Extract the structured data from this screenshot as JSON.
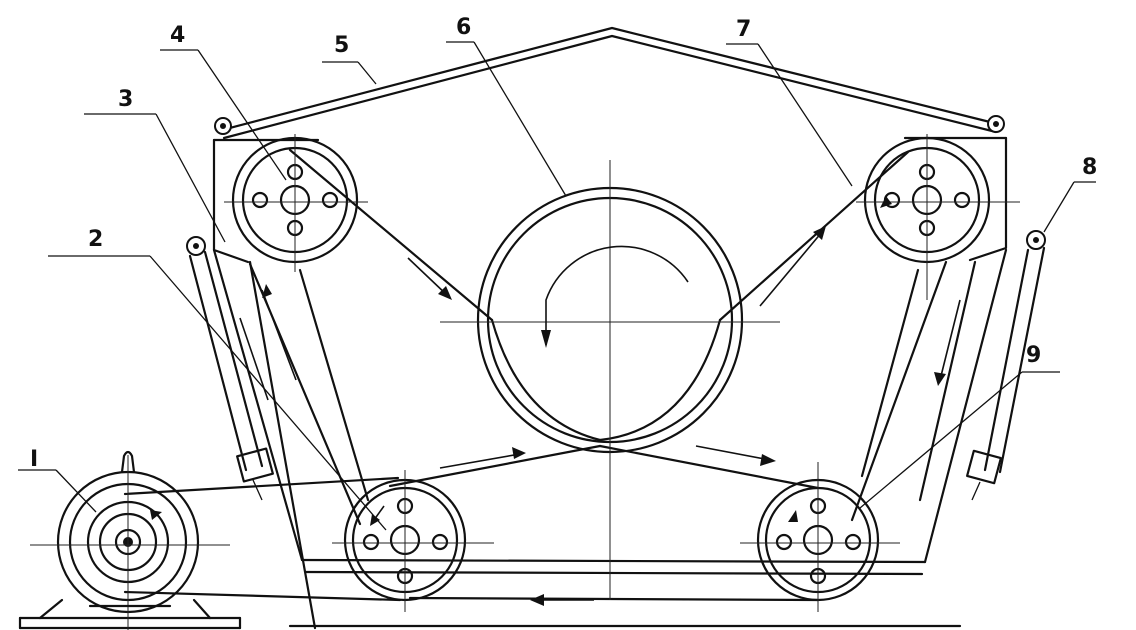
{
  "callouts": [
    "I",
    "2",
    "3",
    "4",
    "5",
    "6",
    "7",
    "8",
    "9"
  ]
}
